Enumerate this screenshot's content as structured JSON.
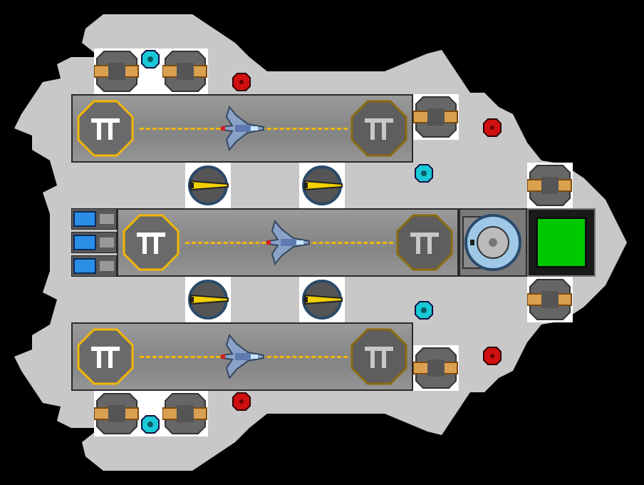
{
  "scene": {
    "title": "",
    "background_color": "#000000",
    "hull_color": "#c8c8c8",
    "bay_color": "#8f8f8f",
    "landing_stripe_color": "#f2b705",
    "bay_count": 3,
    "bays": [
      {
        "name": "top-bay",
        "pad_icon": "landing-pad-icon",
        "ship": "fighter-ship-icon"
      },
      {
        "name": "middle-bay",
        "pad_icon": "landing-pad-icon",
        "ship": "fighter-ship-icon"
      },
      {
        "name": "bottom-bay",
        "pad_icon": "landing-pad-icon",
        "ship": "fighter-ship-icon"
      }
    ],
    "components": {
      "thruster_icon": "thruster-icon",
      "turret_icon": "yellow-turret-icon",
      "cyan_module_icon": "cyan-module-icon",
      "red_module_icon": "red-module-icon",
      "reactor_icon": "reactor-icon",
      "core_icon": "green-core-icon",
      "battery_icon": "battery-icon"
    },
    "status": {
      "core_color": "#00c800",
      "cyan_color": "#19c9d6",
      "red_color": "#d01010"
    }
  }
}
